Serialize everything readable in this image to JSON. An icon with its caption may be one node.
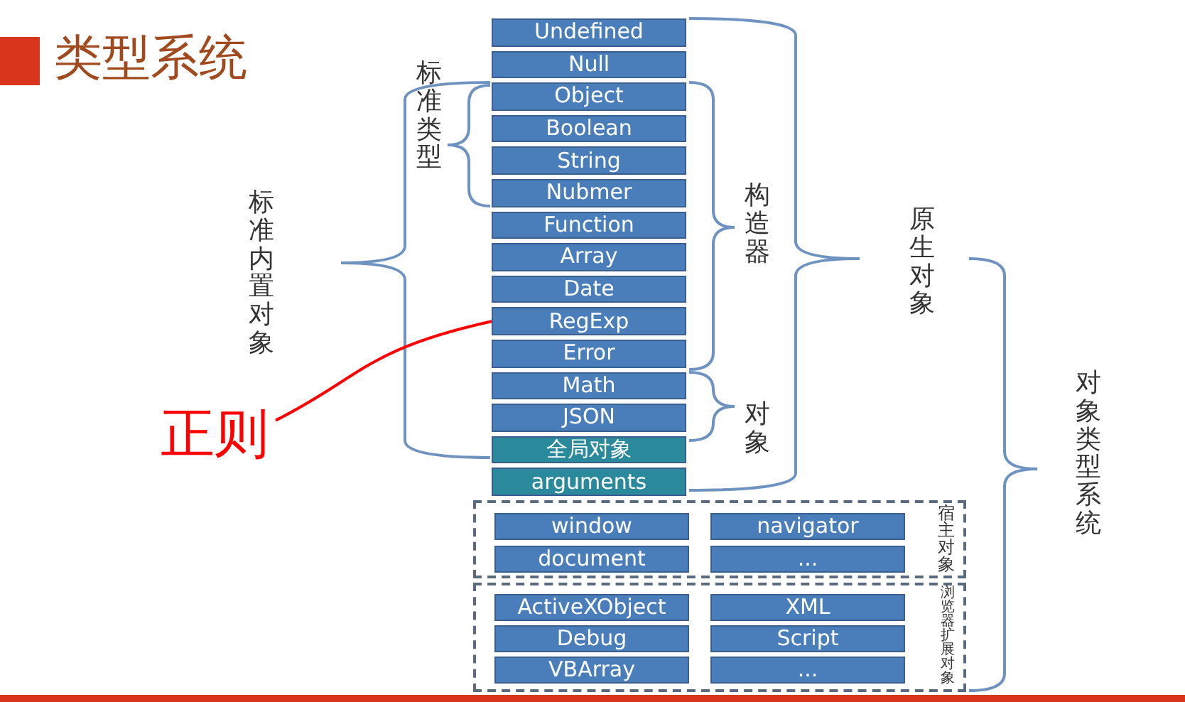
{
  "diagram": {
    "title": "类型系统",
    "nodes": [
      {
        "text": [
          "Undefined"
        ]
      },
      {
        "text": [
          "Null"
        ]
      },
      {
        "text": [
          "Object"
        ]
      },
      {
        "text": [
          "Boolean"
        ]
      },
      {
        "text": [
          "String"
        ]
      },
      {
        "text": [
          "Nubmer"
        ]
      },
      {
        "text": [
          "Function"
        ]
      },
      {
        "text": [
          "Array"
        ]
      },
      {
        "text": [
          "Date"
        ]
      },
      {
        "text": [
          "RegExp"
        ]
      },
      {
        "text": [
          "Error"
        ]
      },
      {
        "text": [
          "Math"
        ]
      },
      {
        "text": [
          "JSON"
        ]
      },
      {
        "text": [
          "全局对象"
        ]
      },
      {
        "text": [
          "arguments"
        ]
      },
      {
        "text": [
          "宿主对象"
        ]
      },
      {
        "text": [
          "window"
        ],
        "in": 15
      },
      {
        "text": [
          "navigator"
        ],
        "in": 15
      },
      {
        "text": [
          "document"
        ],
        "in": 15
      },
      {
        "text": [
          "..."
        ],
        "in": 15
      },
      {
        "text": [
          "浏览器扩展对象"
        ]
      },
      {
        "text": [
          "ActiveXObject"
        ],
        "in": 20
      },
      {
        "text": [
          "XML"
        ],
        "in": 20
      },
      {
        "text": [
          "Debug"
        ],
        "in": 20
      },
      {
        "text": [
          "Script"
        ],
        "in": 20
      },
      {
        "text": [
          "VBArray"
        ],
        "in": 20
      },
      {
        "text": [
          "..."
        ],
        "in": 20
      },
      {
        "text": [
          "正则"
        ]
      }
    ],
    "edges": [
      {
        "from": 27,
        "to": 9,
        "arrow": "none",
        "color": "#ff0000"
      }
    ],
    "labels": [
      "标准类型",
      "标准内置对象",
      "构造器",
      "对象",
      "原生对象",
      "对象类型系统"
    ]
  }
}
